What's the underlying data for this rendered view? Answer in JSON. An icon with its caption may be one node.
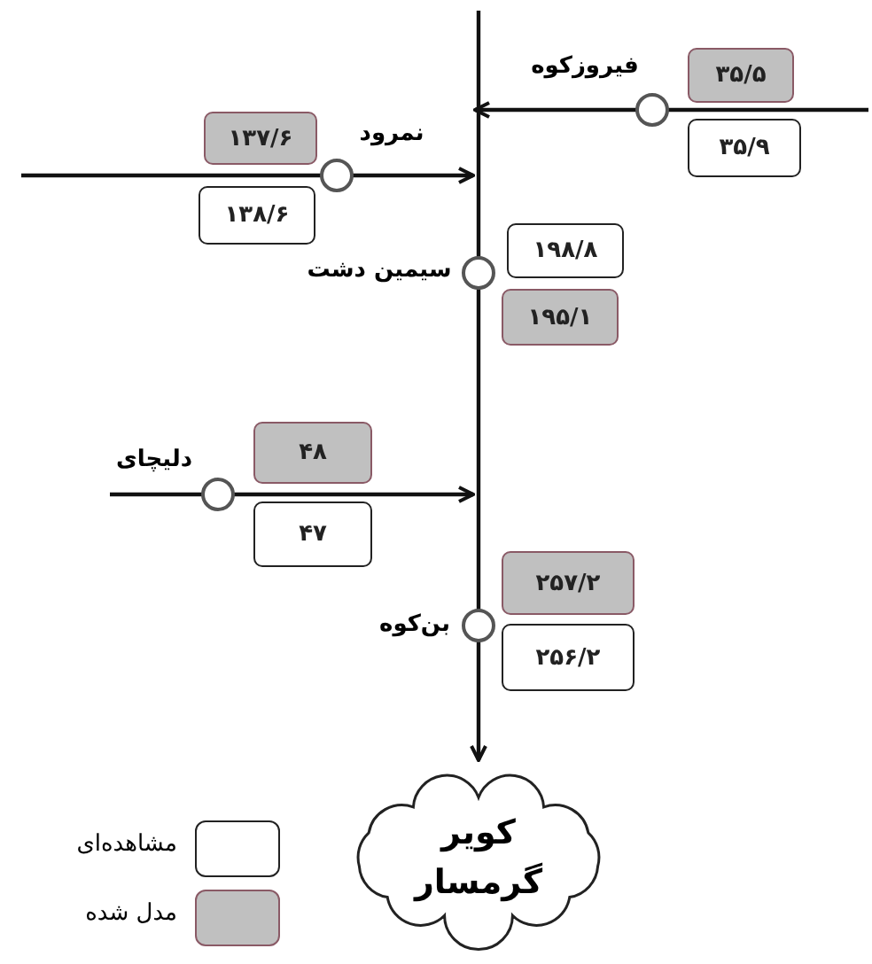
{
  "diagram": {
    "nodes": [
      {
        "text": [],
        "shape": "circle",
        "beside": [
          "فیروزکوه"
        ]
      },
      {
        "text": [
          "۳۵/۵"
        ]
      },
      {
        "text": [
          "۳۵/۹"
        ]
      },
      {
        "text": [],
        "shape": "circle",
        "beside": [
          "نمرود"
        ]
      },
      {
        "text": [
          "۱۳۷/۶"
        ]
      },
      {
        "text": [
          "۱۳۸/۶"
        ]
      },
      {
        "text": [],
        "shape": "circle",
        "beside": [
          "سیمین دشت"
        ]
      },
      {
        "text": [
          "۱۹۸/۸"
        ]
      },
      {
        "text": [
          "۱۹۵/۱"
        ]
      },
      {
        "text": [],
        "shape": "circle",
        "beside": [
          "دلیچای"
        ]
      },
      {
        "text": [
          "۴۸"
        ]
      },
      {
        "text": [
          "۴۷"
        ]
      },
      {
        "text": [],
        "shape": "circle",
        "beside": [
          "بن‌کوه"
        ]
      },
      {
        "text": [
          "۲۵۷/۲"
        ]
      },
      {
        "text": [
          "۲۵۶/۲"
        ]
      },
      {
        "text": [
          "کویر گرمسار"
        ]
      }
    ],
    "edges": [
      {
        "from": null,
        "to": 0,
        "arrow": "none"
      },
      {
        "from": 0,
        "to": null,
        "arrow": "to"
      },
      {
        "from": null,
        "to": 6,
        "arrow": "none"
      },
      {
        "from": null,
        "to": 3,
        "arrow": "none"
      },
      {
        "from": 3,
        "to": null,
        "arrow": "to"
      },
      {
        "from": 6,
        "to": 12,
        "arrow": "none"
      },
      {
        "from": null,
        "to": 9,
        "arrow": "none"
      },
      {
        "from": 9,
        "to": null,
        "arrow": "to"
      },
      {
        "from": 12,
        "to": 15,
        "arrow": "to"
      }
    ],
    "legend": [
      {
        "text": "مشاهده‌ای",
        "color": "#ffffff"
      },
      {
        "text": "مدل شده",
        "color": "#c0c0c0"
      }
    ]
  }
}
